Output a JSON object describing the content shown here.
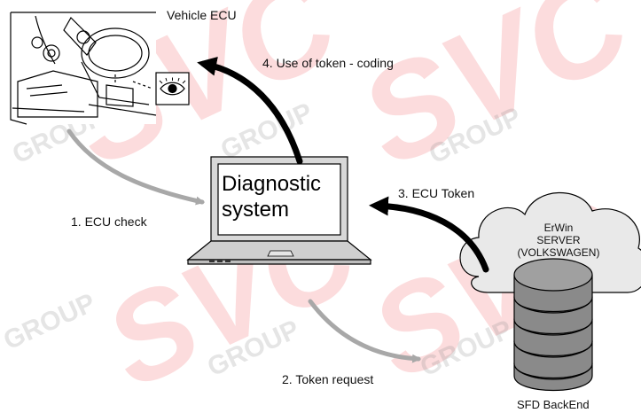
{
  "nodes": {
    "vehicle": {
      "label": "Vehicle ECU"
    },
    "diagnostic": {
      "line1": "Diagnostic",
      "line2": "system"
    },
    "server": {
      "line1": "ErWin",
      "line2": "SERVER",
      "line3": "(VOLKSWAGEN)"
    },
    "backend": {
      "label": "SFD BackEnd"
    }
  },
  "steps": [
    {
      "label": "1. ECU check"
    },
    {
      "label": "2. Token request"
    },
    {
      "label": "3. ECU Token"
    },
    {
      "label": "4. Use of token - coding"
    }
  ],
  "watermark": {
    "brand": "SVC",
    "sub": "GROUP",
    "color": "#e8232a"
  },
  "colors": {
    "flow_grey": "#a8a8a8",
    "flow_black": "#000000"
  }
}
